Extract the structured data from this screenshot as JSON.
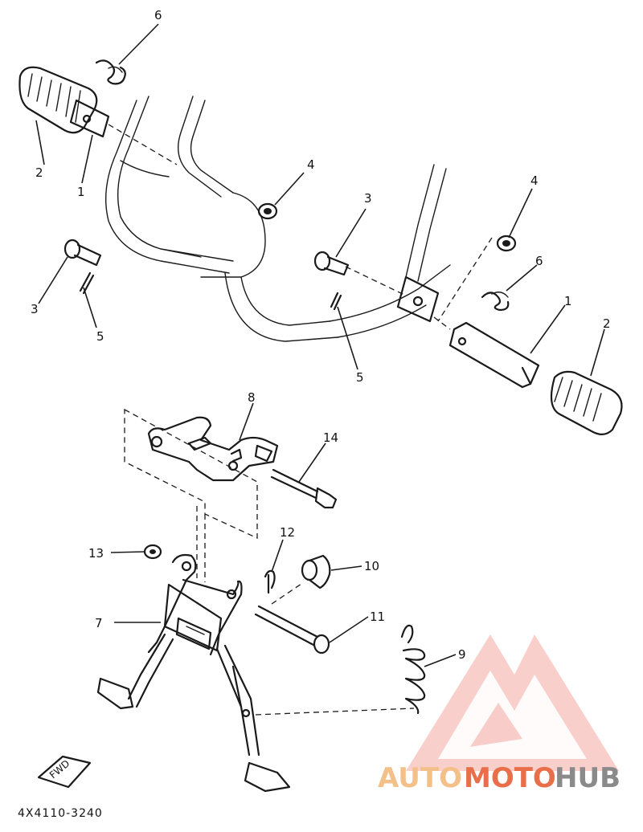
{
  "callouts": {
    "c1": "1",
    "c2": "2",
    "c3": "3",
    "c4": "4",
    "c5": "5",
    "c6": "6",
    "c7": "7",
    "c8": "8",
    "c9": "9",
    "c10": "10",
    "c11": "11",
    "c12": "12",
    "c13": "13",
    "c14": "14"
  },
  "fwd_label": "FWD",
  "diagram_code": "4X4110-3240",
  "watermark": {
    "part_a": "AUTO",
    "part_b": "MOTO",
    "part_c": "HUB",
    "color_light": "#f4c089",
    "color_accent": "#e86f4a",
    "color_dark": "#8a8a8a"
  }
}
